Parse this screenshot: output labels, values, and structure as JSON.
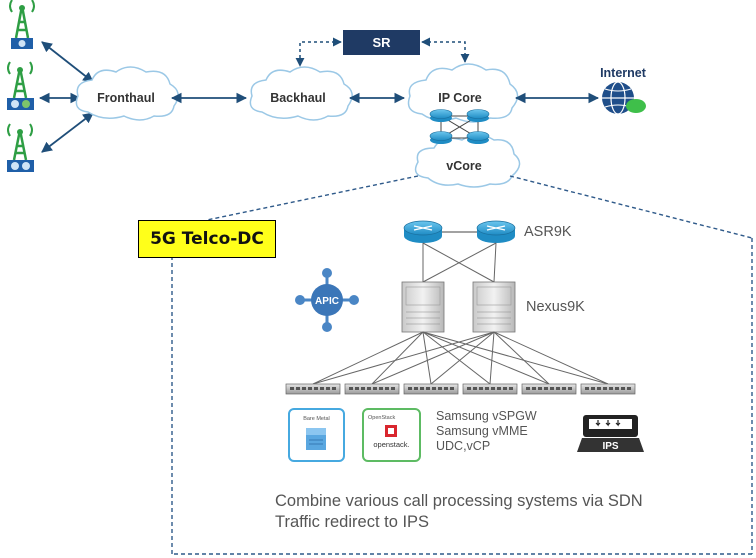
{
  "nodes": {
    "fronthaul": "Fronthaul",
    "backhaul": "Backhaul",
    "ip_core": "IP Core",
    "vcore": "vCore",
    "sr": "SR",
    "internet": "Internet"
  },
  "datacenter": {
    "title": "5G Telco-DC",
    "asr": "ASR9K",
    "nexus": "Nexus9K",
    "apic": "APIC",
    "bare_metal": "Bare Metal",
    "openstack_header": "OpenStack",
    "openstack_logo": "openstack.",
    "ips": "IPS",
    "vendors": [
      "Samsung  vSPGW",
      "Samsung  vMME",
      "UDC,vCP"
    ]
  },
  "caption": [
    "Combine various call processing systems via SDN",
    "Traffic redirect to IPS"
  ],
  "colors": {
    "router": "#3aa9dc",
    "cloud_stroke": "#9bc8e6",
    "arrow": "#1f4e79",
    "sr_box": "#1f3a64",
    "highlight": "#ffff1a",
    "dc_border": "#2f5a8a"
  }
}
